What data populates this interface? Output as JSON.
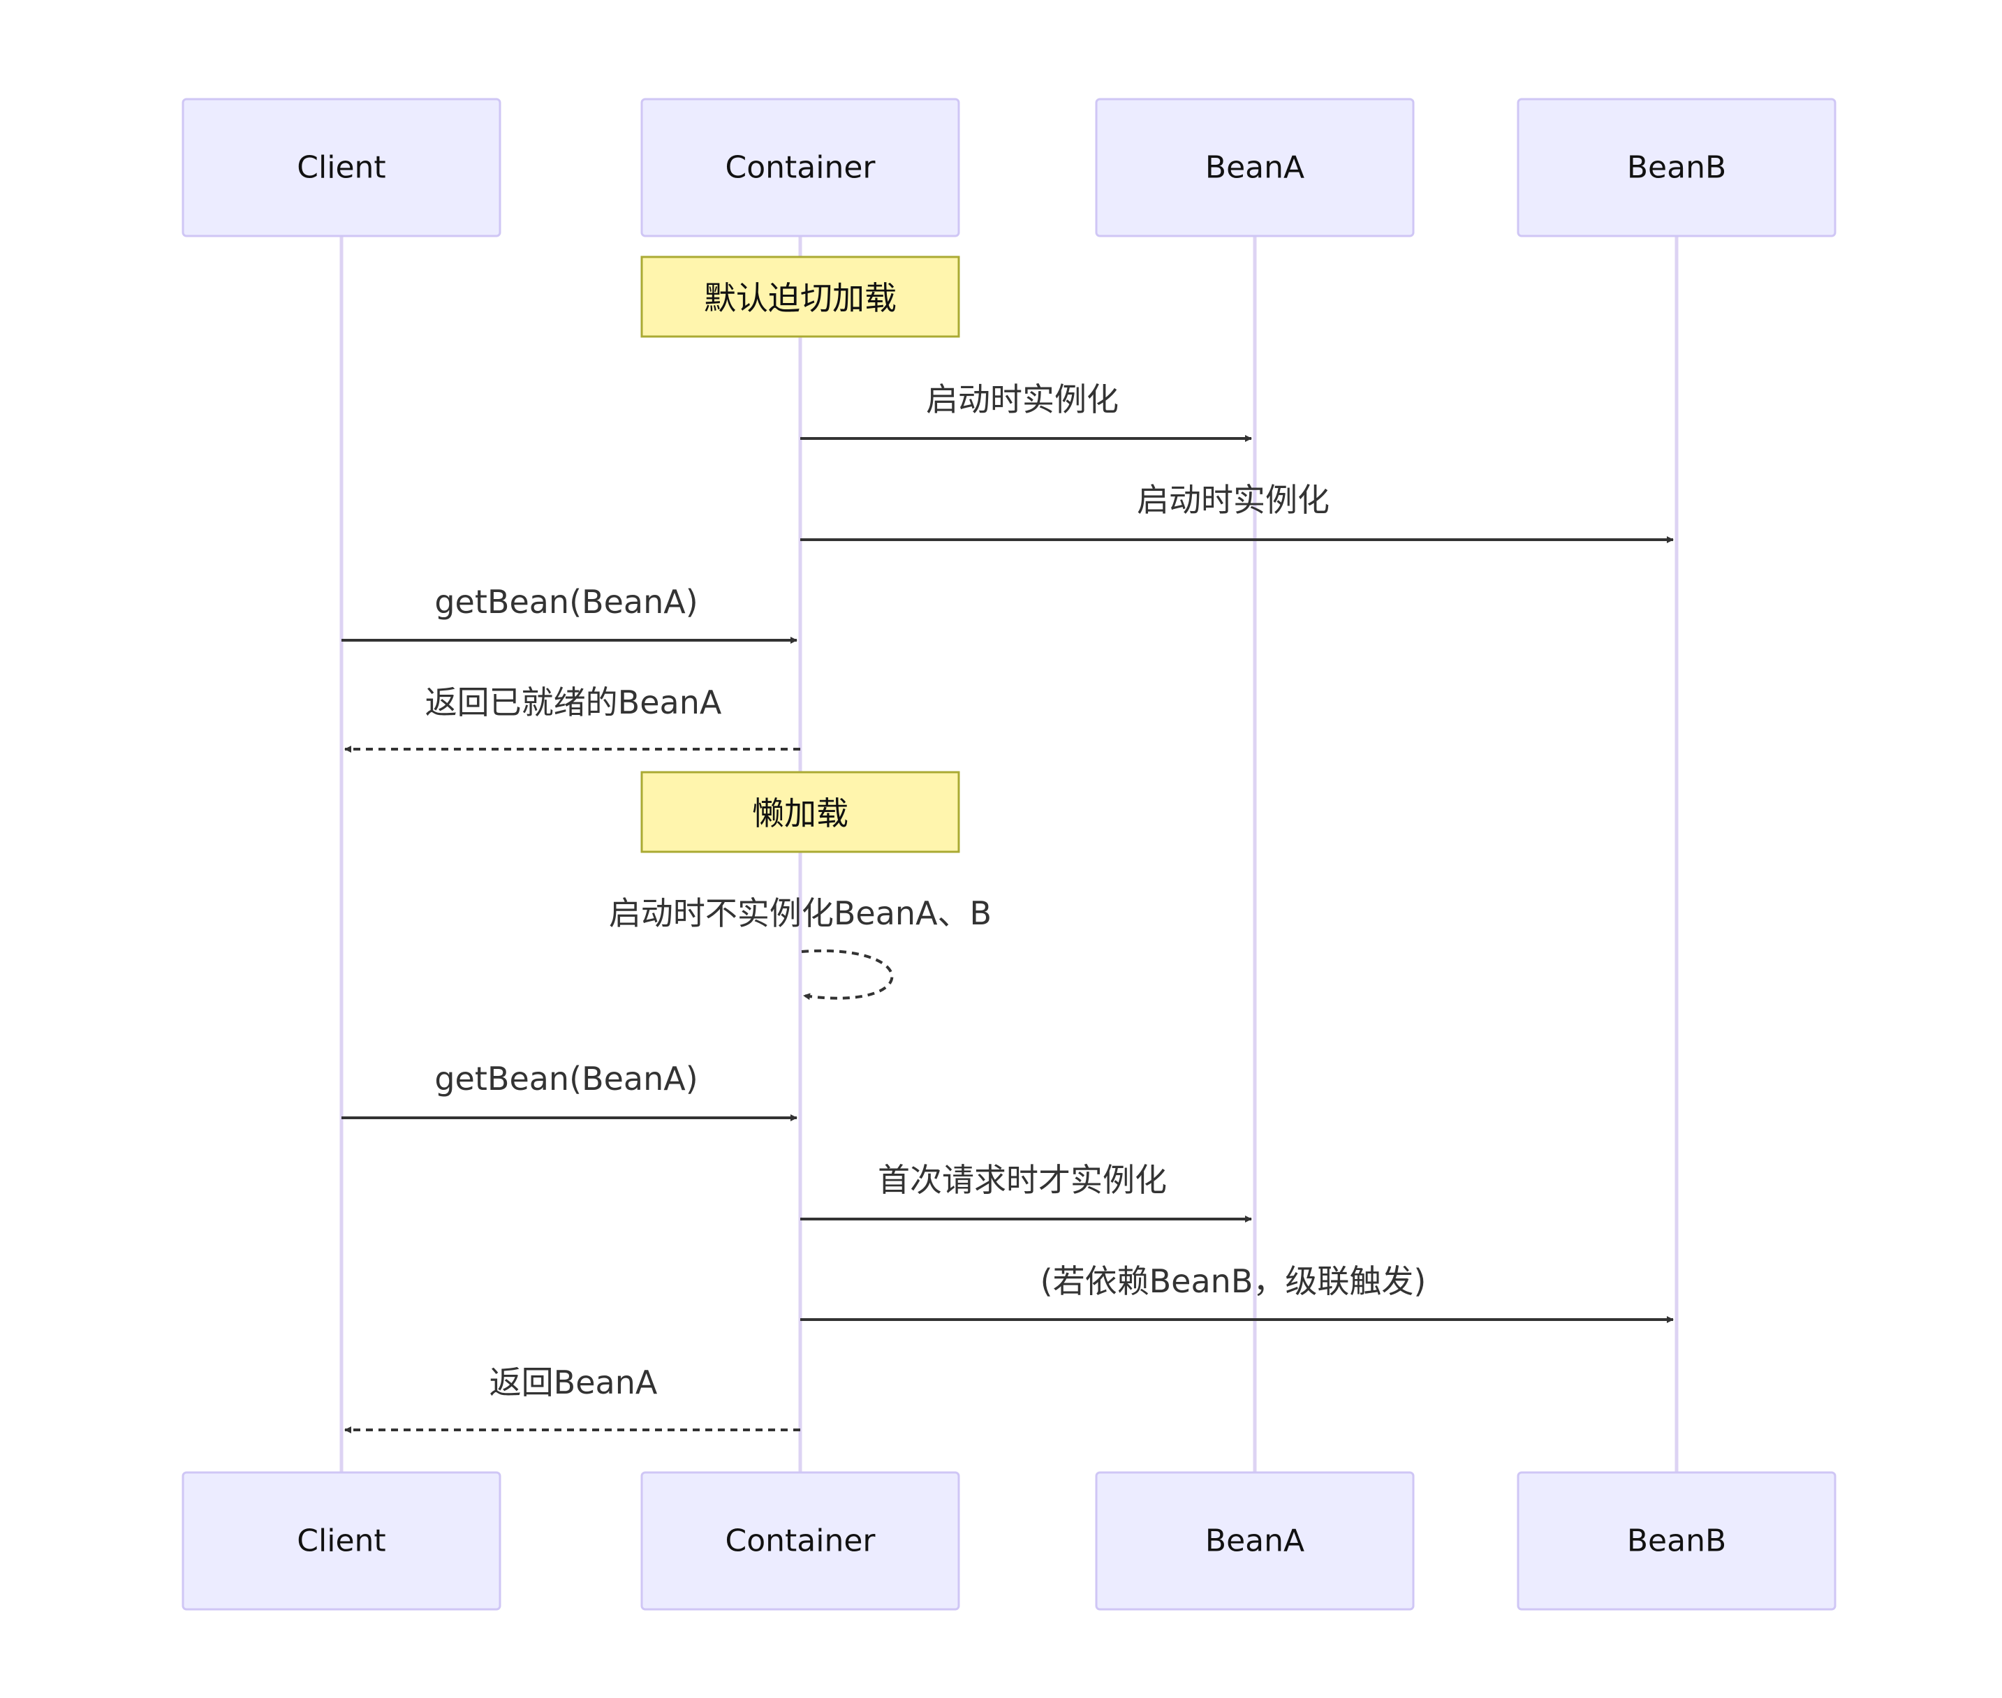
{
  "participants": [
    {
      "id": "client",
      "label": "Client"
    },
    {
      "id": "container",
      "label": "Container"
    },
    {
      "id": "beana",
      "label": "BeanA"
    },
    {
      "id": "beanb",
      "label": "BeanB"
    }
  ],
  "notes": [
    {
      "over": "container",
      "text": "默认迫切加载"
    },
    {
      "over": "container",
      "text": "懒加载"
    }
  ],
  "messages": [
    {
      "from": "container",
      "to": "beana",
      "text": "启动时实例化",
      "style": "solid"
    },
    {
      "from": "container",
      "to": "beanb",
      "text": "启动时实例化",
      "style": "solid"
    },
    {
      "from": "client",
      "to": "container",
      "text": "getBean(BeanA)",
      "style": "solid"
    },
    {
      "from": "container",
      "to": "client",
      "text": "返回已就绪的BeanA",
      "style": "dashed"
    },
    {
      "from": "container",
      "to": "container",
      "text": "启动时不实例化BeanA、B",
      "style": "dashed"
    },
    {
      "from": "client",
      "to": "container",
      "text": "getBean(BeanA)",
      "style": "solid"
    },
    {
      "from": "container",
      "to": "beana",
      "text": "首次请求时才实例化",
      "style": "solid"
    },
    {
      "from": "container",
      "to": "beanb",
      "text": "(若依赖BeanB，级联触发)",
      "style": "solid"
    },
    {
      "from": "container",
      "to": "client",
      "text": "返回BeanA",
      "style": "dashed"
    }
  ],
  "colors": {
    "actor_fill": "#ececff",
    "actor_border": "#cfc6f5",
    "lifeline": "#ddd3f3",
    "note_fill": "#fff5ad",
    "note_border": "#aaaa33",
    "arrow": "#333333"
  }
}
